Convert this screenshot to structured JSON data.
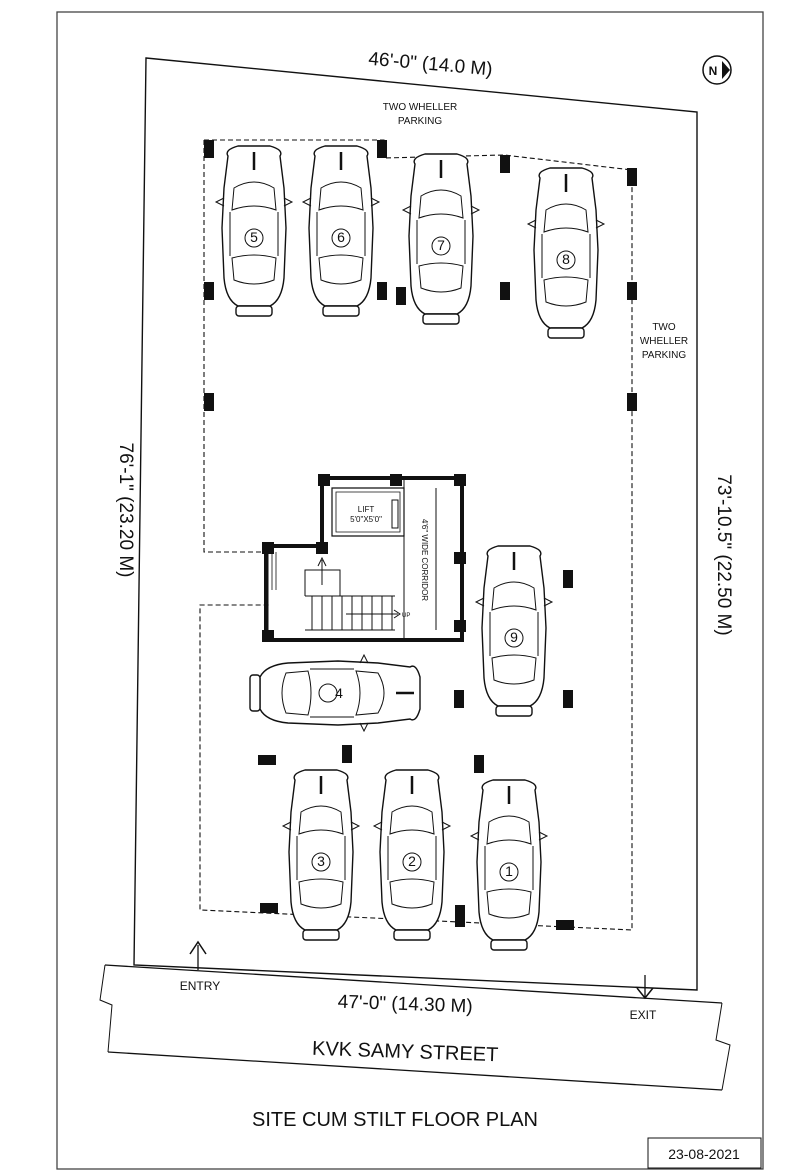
{
  "plan": {
    "top_dimension": "46'-0\" (14.0 M)",
    "left_dimension": "76'-1\" (23.20 M)",
    "right_dimension": "73'-10.5\" (22.50 M)",
    "bottom_dimension": "47'-0\" (14.30 M)",
    "two_wheeler_top": [
      "TWO WHELLER",
      "PARKING"
    ],
    "two_wheeler_right": [
      "TWO",
      "WHELLER",
      "PARKING"
    ],
    "lift_label": [
      "LIFT",
      "5'0\"X5'0\""
    ],
    "corridor_label": "4'6\" WIDE CORRIDOR",
    "up_label": "UP",
    "entry_label": "ENTRY",
    "exit_label": "EXIT",
    "street_name": "KVK SAMY STREET",
    "plan_title": "SITE CUM STILT  FLOOR PLAN",
    "date": "23-08-2021",
    "north_label": "N",
    "cars": [
      "1",
      "2",
      "3",
      "4",
      "5",
      "6",
      "7",
      "8",
      "9"
    ]
  }
}
